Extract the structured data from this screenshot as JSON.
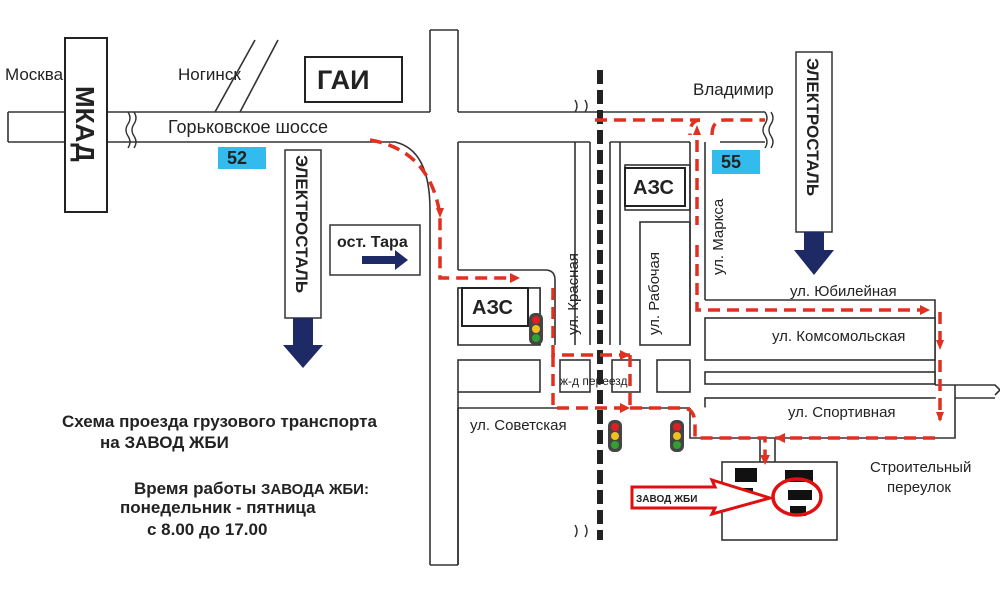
{
  "places": {
    "moscow": "Москва",
    "noginsk": "Ногинск",
    "vladimir": "Владимир",
    "mkad": "МКАД",
    "gai": "ГАИ"
  },
  "roads": {
    "highway": "Горьковское шоссе",
    "route_52": "52",
    "route_55": "55",
    "krasnaya": "ул. Красная",
    "rabochaya": "ул. Рабочая",
    "marksa": "ул. Маркса",
    "yubileynaya": "ул. Юбилейная",
    "komsomolskaya": "ул. Комсомольская",
    "sportivnaya": "ул. Спортивная",
    "sovetskaya": "ул. Советская",
    "stroitelny_1": "Строительный",
    "stroitelny_2": "переулок",
    "rail_crossing": "ж-д переезд"
  },
  "signs": {
    "azs_left": "АЗС",
    "azs_right": "АЗС",
    "stop_tara": "ост. Тара",
    "electrostal_left": "ЭЛЕКТРОСТАЛЬ",
    "electrostal_right": "ЭЛЕКТРОСТАЛЬ",
    "zavod": "ЗАВОД ЖБИ"
  },
  "info": {
    "scheme_line1": "Схема проезда грузового транспорта",
    "scheme_line2": "на  ЗАВОД ЖБИ",
    "hours_line1_a": "Время работы ",
    "hours_line1_b": "ЗАВОДА ЖБИ:",
    "hours_line2": "понедельник - пятница",
    "hours_line3": "с 8.00 до 17.00"
  },
  "colors": {
    "route": "#e03020",
    "marker": "#e01010",
    "sign_blue": "#33bbee",
    "arrow_navy": "#1e2a66",
    "traffic_red": "#e02020",
    "traffic_yellow": "#f0c020",
    "traffic_green": "#30a030"
  }
}
